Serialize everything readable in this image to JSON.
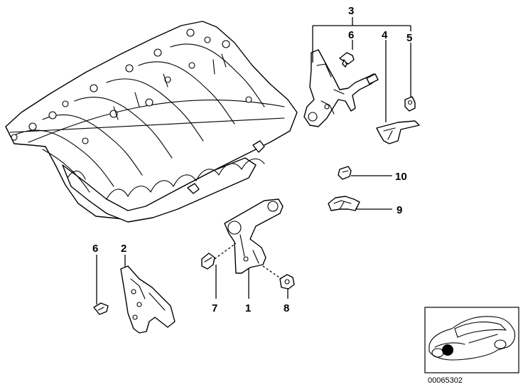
{
  "callouts": {
    "c1": "1",
    "c2": "2",
    "c3": "3",
    "c4": "4",
    "c5": "5",
    "c6a": "6",
    "c6b": "6",
    "c7": "7",
    "c8": "8",
    "c9": "9",
    "c10": "10"
  },
  "reference_number": "00065302",
  "colors": {
    "line": "#000000",
    "background": "#ffffff"
  }
}
